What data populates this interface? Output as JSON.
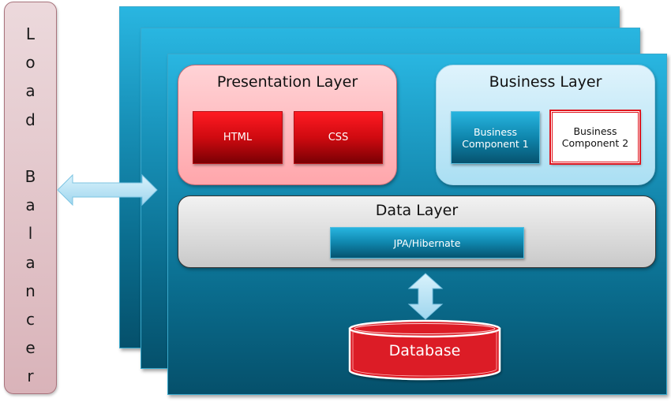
{
  "diagram": {
    "load_balancer": {
      "label": "Load Balancer",
      "letters": [
        "L",
        "o",
        "a",
        "d",
        "",
        "B",
        "a",
        "l",
        "a",
        "n",
        "c",
        "e",
        "r"
      ]
    },
    "server_stack_count": 3,
    "layers": {
      "presentation": {
        "title": "Presentation Layer",
        "components": [
          "HTML",
          "CSS"
        ]
      },
      "business": {
        "title": "Business Layer",
        "components": [
          {
            "line1": "Business",
            "line2": "Component 1",
            "style": "normal"
          },
          {
            "line1": "Business",
            "line2": "Component 2",
            "style": "highlighted"
          }
        ]
      },
      "data": {
        "title": "Data Layer",
        "components": [
          "JPA/Hibernate"
        ]
      }
    },
    "database": {
      "label": "Database"
    },
    "connections": [
      {
        "from": "Load Balancer",
        "to": "Server Stack",
        "type": "bidirectional"
      },
      {
        "from": "Data Layer",
        "to": "Database",
        "type": "bidirectional"
      }
    ],
    "colors": {
      "panel_top": "#29b6e1",
      "panel_bottom": "#05506b",
      "presentation_bg": "#ffb7bb",
      "business_bg": "#c4e9f8",
      "data_bg": "#e0e0e0",
      "red_component": "#d10a10",
      "database_red": "#dc1f26",
      "arrow_fill": "#bfe6f7",
      "load_balancer_bg": "#e4c7cc"
    }
  }
}
